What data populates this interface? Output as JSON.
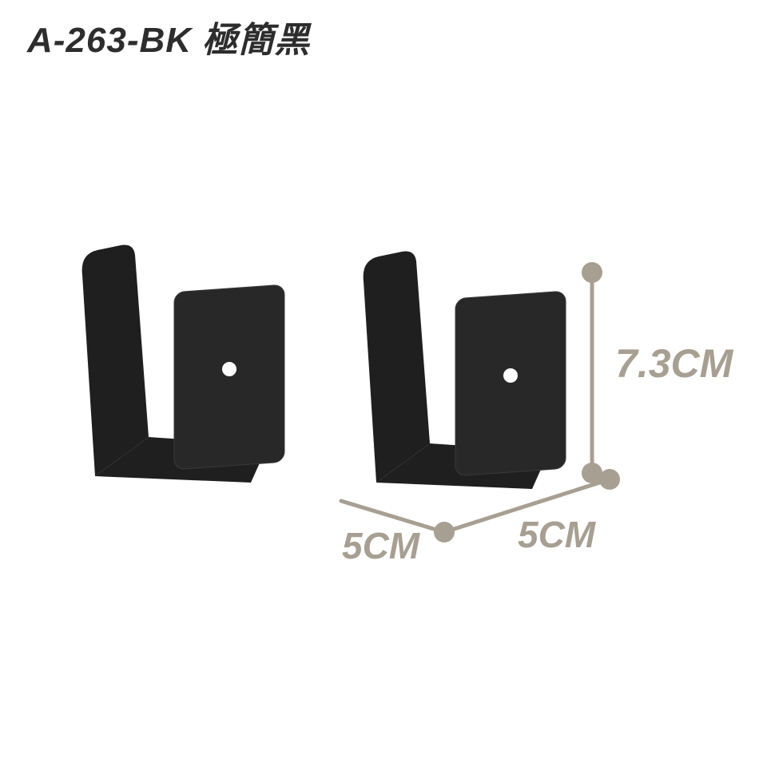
{
  "title": "A-263-BK 極簡黑",
  "dimensions": {
    "height": "7.3CM",
    "depth": "5CM",
    "width": "5CM"
  },
  "colors": {
    "background": "#ffffff",
    "title_text": "#2d2d2d",
    "bracket": "#1f1f1f",
    "bracket_plate": "#282828",
    "hole": "#ffffff",
    "dimension": "#a79f92"
  }
}
